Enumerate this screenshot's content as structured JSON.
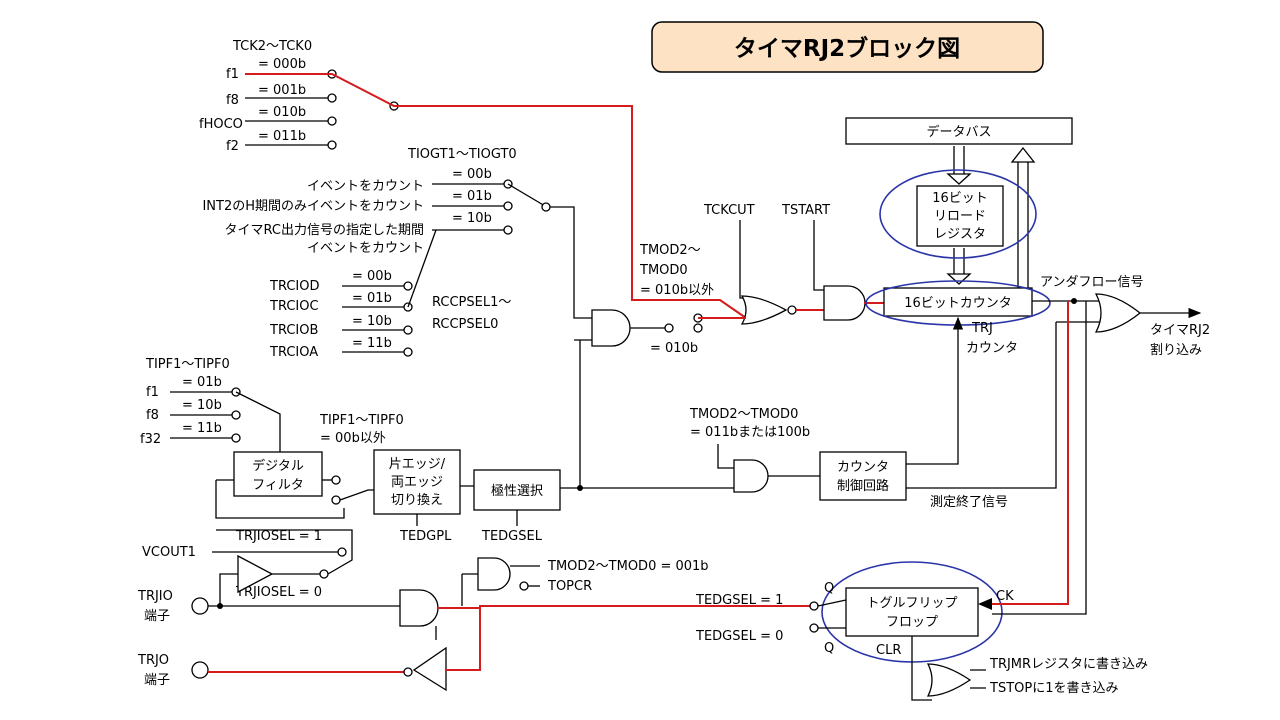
{
  "title": "タイマRJ2ブロック図",
  "clock": {
    "header": "TCK2～TCK0",
    "inputs": [
      "f1",
      "f8",
      "fHOCO",
      "f2"
    ],
    "codes": [
      "= 000b",
      "= 001b",
      "= 010b",
      "= 011b"
    ]
  },
  "gate": {
    "header": "TIOGT1～TIOGT0",
    "items": [
      "イベントをカウント",
      "INT2のH期間のみイベントをカウント",
      "タイマRC出力信号の指定した期間",
      "イベントをカウント"
    ],
    "codes": [
      "= 00b",
      "= 01b",
      "= 10b"
    ]
  },
  "trc": {
    "inputs": [
      "TRCIOD",
      "TRCIOC",
      "TRCIOB",
      "TRCIOA"
    ],
    "codes": [
      "= 00b",
      "= 01b",
      "= 10b",
      "= 11b"
    ],
    "sel1": "RCCPSEL1～",
    "sel0": "RCCPSEL0"
  },
  "tmod_top": {
    "l1": "TMOD2～",
    "l2": "TMOD0",
    "l3": "= 010b以外",
    "eq": "= 010b"
  },
  "ctl": {
    "tckcut": "TCKCUT",
    "tstart": "TSTART"
  },
  "blocks": {
    "databus": "データバス",
    "reload": [
      "16ビット",
      "リロード",
      "レジスタ"
    ],
    "counter": "16ビットカウンタ",
    "trj": "TRJ",
    "trj2": "カウンタ",
    "underflow": "アンダフロー信号",
    "irq1": "タイマRJ2",
    "irq2": "割り込み",
    "ctlblk": [
      "カウンタ",
      "制御回路"
    ],
    "meas": "測定終了信号",
    "tmod_cnt": [
      "TMOD2～TMOD0",
      "= 011bまたは100b"
    ],
    "flip": [
      "トグルフリップ",
      "フロップ"
    ],
    "ck": "CK",
    "clr": "CLR",
    "q": "Q"
  },
  "filter": {
    "header": "TIPF1～TIPF0",
    "inputs": [
      "f1",
      "f8",
      "f32"
    ],
    "codes": [
      "= 01b",
      "= 10b",
      "= 11b"
    ],
    "block": [
      "デジタル",
      "フィルタ"
    ],
    "other1": "TIPF1～TIPF0",
    "other2": "= 00b以外"
  },
  "edge": {
    "block": [
      "片エッジ/",
      "両エッジ",
      "切り換え"
    ],
    "lbl": "TEDGPL"
  },
  "pol": {
    "block": "極性選択",
    "lbl": "TEDGSEL"
  },
  "io": {
    "vcout": "VCOUT1",
    "sel1": "TRJIOSEL = 1",
    "sel0": "TRJIOSEL = 0",
    "trjio": [
      "TRJIO",
      "端子"
    ],
    "trjo": [
      "TRJO",
      "端子"
    ],
    "tmod001": "TMOD2～TMOD0 = 001b",
    "topcr": "TOPCR",
    "tedg1": "TEDGSEL = 1",
    "tedg0": "TEDGSEL = 0",
    "wr1": "TRJMRレジスタに書き込み",
    "wr2": "TSTOPに1を書き込み"
  }
}
